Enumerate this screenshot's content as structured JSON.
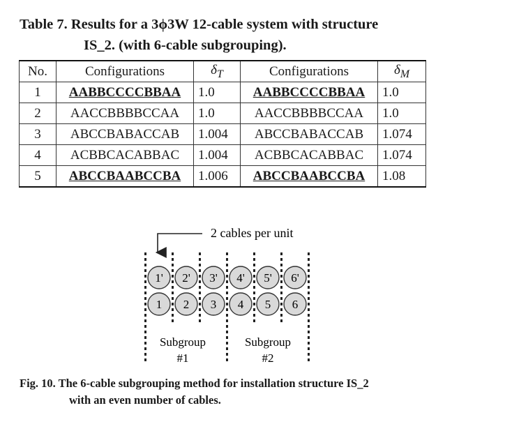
{
  "table_caption": {
    "line1": "Table 7.  Results for a 3ϕ3W 12-cable system with structure",
    "line2": "IS_2.  (with 6-cable subgrouping)."
  },
  "table": {
    "headers": [
      "No.",
      "Configurations",
      "δ",
      "T",
      "Configurations",
      "δ",
      "M"
    ],
    "rows": [
      {
        "no": "1",
        "cfg_t": "AABBCCCCBBAA",
        "delta_t": "1.0",
        "cfg_m": "AABBCCCCBBAA",
        "delta_m": "1.0",
        "bold": true
      },
      {
        "no": "2",
        "cfg_t": "AACCBBBBCCAA",
        "delta_t": "1.0",
        "cfg_m": "AACCBBBBCCAA",
        "delta_m": "1.0",
        "bold": false
      },
      {
        "no": "3",
        "cfg_t": "ABCCBABACCAB",
        "delta_t": "1.004",
        "cfg_m": "ABCCBABACCAB",
        "delta_m": "1.074",
        "bold": false
      },
      {
        "no": "4",
        "cfg_t": "ACBBCACABBAC",
        "delta_t": "1.004",
        "cfg_m": "ACBBCACABBAC",
        "delta_m": "1.074",
        "bold": false
      },
      {
        "no": "5",
        "cfg_t": "ABCCBAABCCBA",
        "delta_t": "1.006",
        "cfg_m": "ABCCBAABCCBA",
        "delta_m": "1.08",
        "bold": true
      }
    ]
  },
  "figure": {
    "annotation": "2 cables per unit",
    "top_labels": [
      "1'",
      "2'",
      "3'",
      "4'",
      "5'",
      "6'"
    ],
    "bottom_labels": [
      "1",
      "2",
      "3",
      "4",
      "5",
      "6"
    ],
    "subgroup1": [
      "Subgroup",
      "#1"
    ],
    "subgroup2": [
      "Subgroup",
      "#2"
    ],
    "cable_fill": "#d9d9d9"
  },
  "fig_caption": {
    "line1": "Fig. 10.  The 6-cable subgrouping method for installation structure IS_2",
    "line2": "with an even number of cables."
  }
}
